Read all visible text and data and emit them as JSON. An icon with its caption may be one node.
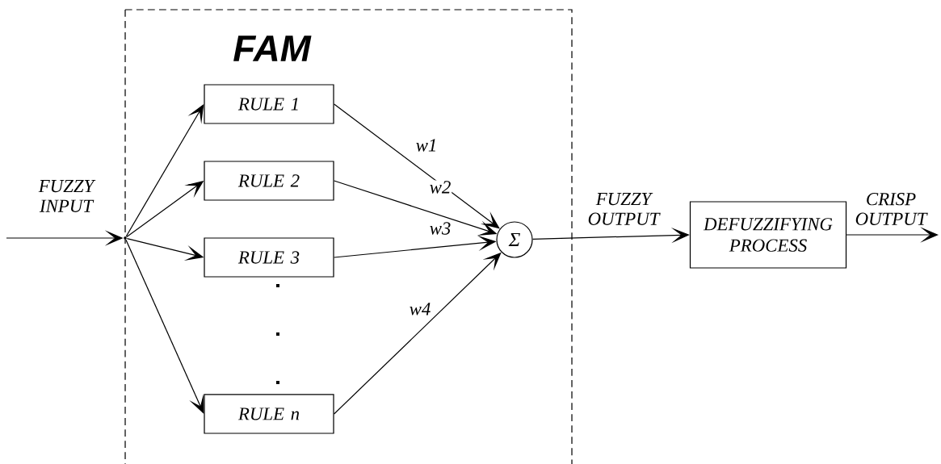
{
  "diagram": {
    "nodes": [
      {
        "text": [
          "FAM"
        ]
      },
      {
        "text": [],
        "shape": "dot"
      },
      {
        "text": [
          "RULE 1"
        ],
        "in": 0
      },
      {
        "text": [
          "RULE 2"
        ],
        "in": 0
      },
      {
        "text": [
          "RULE 3"
        ],
        "in": 0
      },
      {
        "text": [
          "RULE n"
        ],
        "in": 0
      },
      {
        "text": [
          "Σ"
        ],
        "in": 0
      },
      {
        "text": [
          "DEFUZZIFYING PROCESS"
        ]
      }
    ],
    "edges": [
      {
        "from": null,
        "to": 1,
        "arrow": "to",
        "label": "FUZZY INPUT"
      },
      {
        "from": 1,
        "to": 2,
        "arrow": "to"
      },
      {
        "from": 1,
        "to": 3,
        "arrow": "to"
      },
      {
        "from": 1,
        "to": 4,
        "arrow": "to"
      },
      {
        "from": 1,
        "to": 5,
        "arrow": "to"
      },
      {
        "from": 2,
        "to": 6,
        "arrow": "to",
        "label": "w1"
      },
      {
        "from": 3,
        "to": 6,
        "arrow": "to",
        "label": "w2"
      },
      {
        "from": 4,
        "to": 6,
        "arrow": "to",
        "label": "w3"
      },
      {
        "from": 5,
        "to": 6,
        "arrow": "to",
        "label": "w4"
      },
      {
        "from": 6,
        "to": 7,
        "arrow": "to",
        "label": "FUZZY OUTPUT"
      },
      {
        "from": 7,
        "to": null,
        "arrow": "to",
        "label": "CRISP OUTPUT"
      }
    ]
  }
}
